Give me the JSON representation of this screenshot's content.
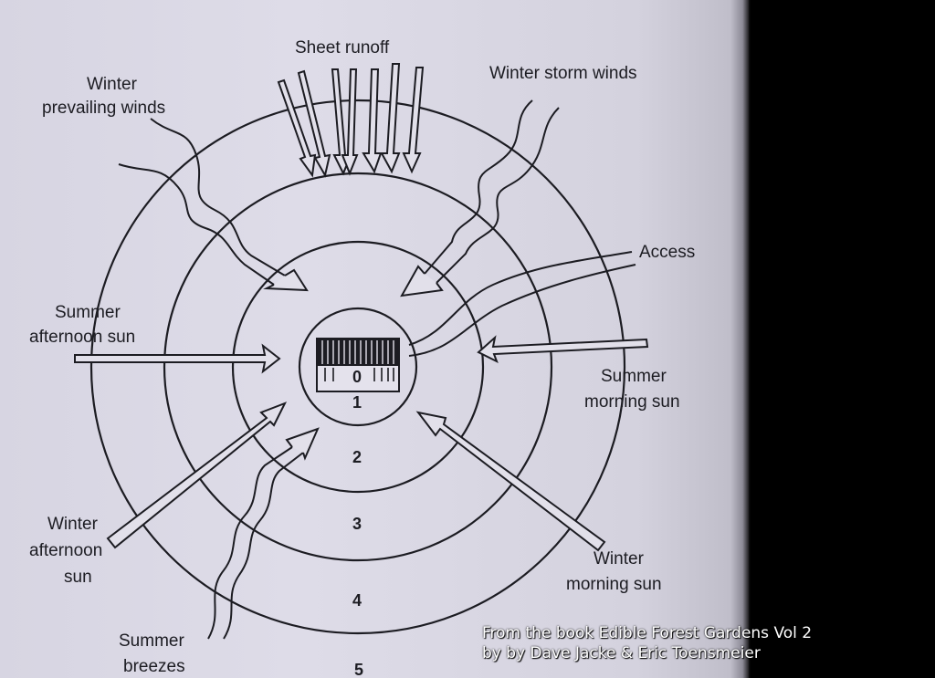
{
  "labels": {
    "sheet_runoff": "Sheet runoff",
    "winter_prevailing_winds_1": "Winter",
    "winter_prevailing_winds_2": "prevailing winds",
    "winter_storm_winds": "Winter storm winds",
    "access": "Access",
    "summer_afternoon_sun_1": "Summer",
    "summer_afternoon_sun_2": "afternoon sun",
    "summer_morning_sun_1": "Summer",
    "summer_morning_sun_2": "morning sun",
    "winter_afternoon_sun_1": "Winter",
    "winter_afternoon_sun_2": "afternoon",
    "winter_afternoon_sun_3": "sun",
    "winter_morning_sun_1": "Winter",
    "winter_morning_sun_2": "morning sun",
    "summer_breezes_1": "Summer",
    "summer_breezes_2": "breezes"
  },
  "zones": [
    "0",
    "1",
    "2",
    "3",
    "4",
    "5"
  ],
  "credit": {
    "line1": "From the book Edible Forest Gardens Vol 2",
    "line2": "by by Dave Jacke & Eric Toensmeier"
  },
  "colors": {
    "ink": "#1c1c22",
    "paper": "#dcdae6",
    "background": "#000000",
    "credit_text": "#ffffff"
  }
}
